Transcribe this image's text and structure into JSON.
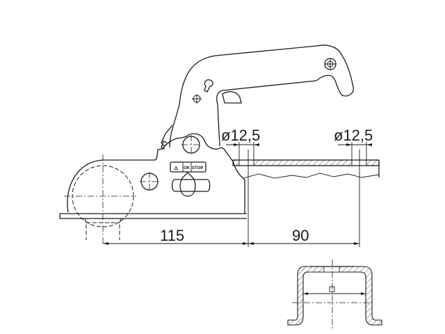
{
  "drawing": {
    "dimensions": {
      "hole_diameter_left": "ø12,5",
      "hole_diameter_right": "ø12,5",
      "ball_to_first_hole": "115",
      "hole_spacing": "90"
    },
    "indicator_labels": {
      "warning": "⚠",
      "ok": "OK",
      "stop": "STOP"
    }
  }
}
